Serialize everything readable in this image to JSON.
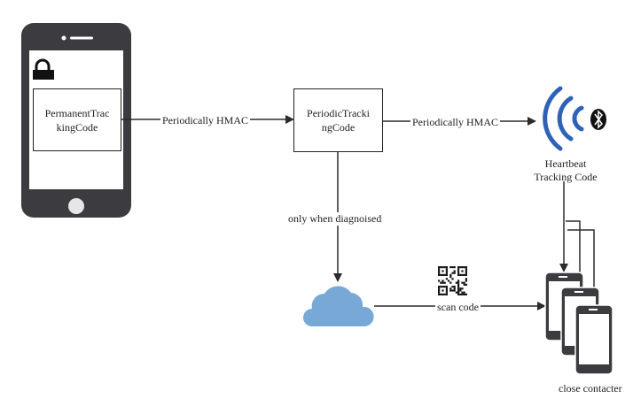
{
  "nodes": {
    "permanent_code": "PermanentTrac\nkingCode",
    "periodic_code": "PeriodicTracki\nngCode",
    "heartbeat_line1": "Heartbeat",
    "heartbeat_line2": "Tracking Code",
    "close_contacter": "close contacter"
  },
  "edges": {
    "hmac_1": "Periodically HMAC",
    "hmac_2": "Periodically HMAC",
    "diagnosed": "only when diagnoised",
    "scan": "scan code"
  },
  "icons": {
    "lock": "lock-icon",
    "phone": "smartphone-icon",
    "wave": "broadcast-wave-icon",
    "bluetooth": "bluetooth-icon",
    "cloud": "cloud-icon",
    "qr": "qr-code-icon",
    "phones": "smartphone-stack-icon"
  },
  "colors": {
    "phone_body": "#3b3b40",
    "wave_blue": "#2d62b6",
    "cloud_blue": "#78a9d6",
    "line": "#2b2b2b"
  }
}
